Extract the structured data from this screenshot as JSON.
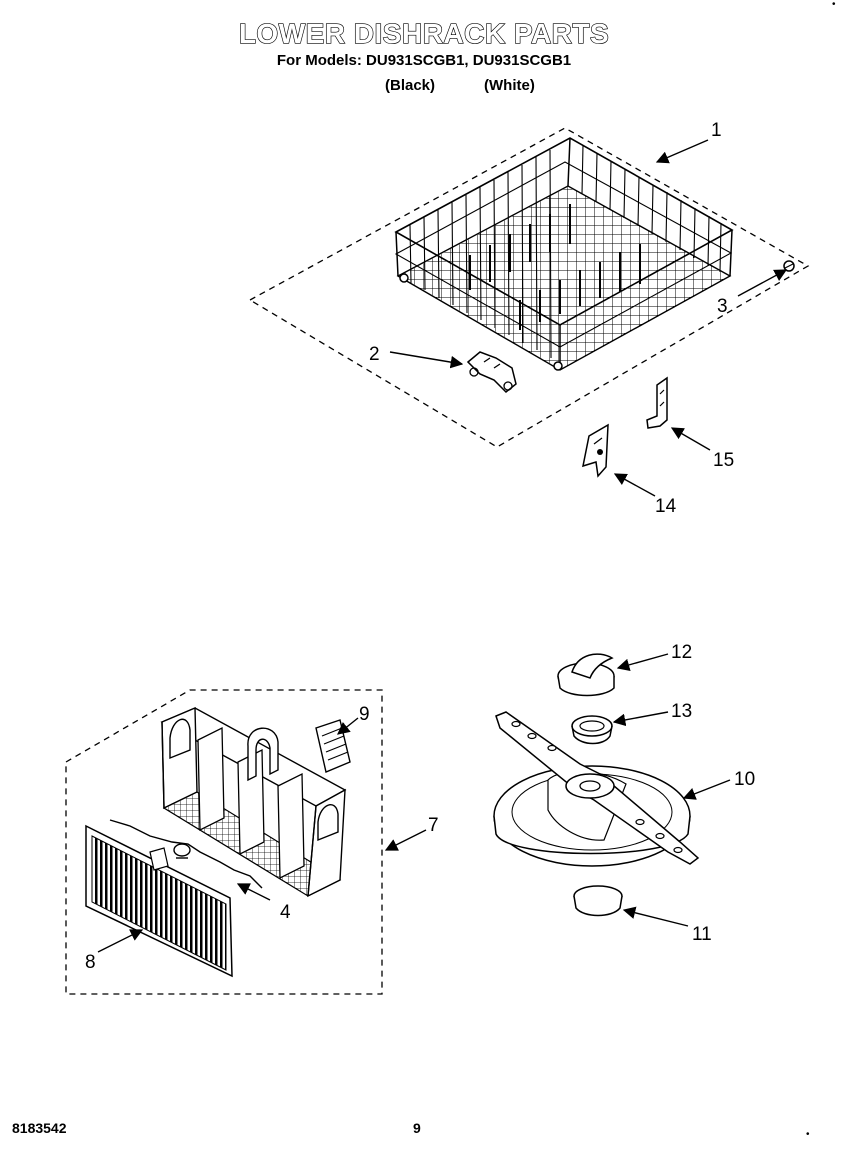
{
  "header": {
    "title": "LOWER DISHRACK PARTS",
    "models_line": "For Models: DU931SCGB1, DU931SCGB1",
    "variant_black": "(Black)",
    "variant_white": "(White)"
  },
  "callouts": {
    "c1": "1",
    "c2": "2",
    "c3": "3",
    "c4": "4",
    "c7": "7",
    "c8": "8",
    "c9": "9",
    "c10": "10",
    "c11": "11",
    "c12": "12",
    "c13": "13",
    "c14": "14",
    "c15": "15"
  },
  "footer": {
    "doc_number": "8183542",
    "page_number": "9"
  }
}
